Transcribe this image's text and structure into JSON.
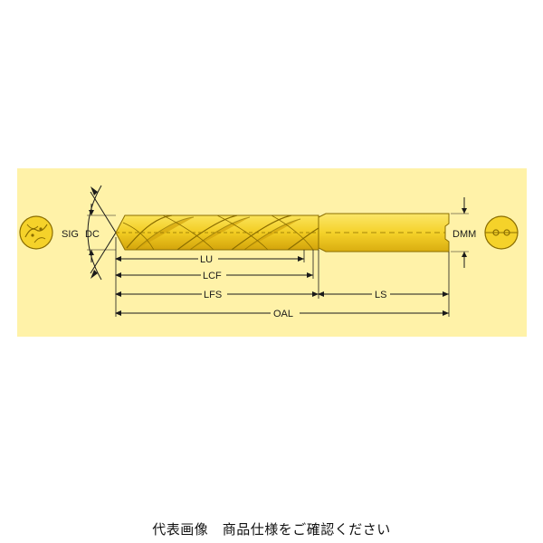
{
  "diagram": {
    "labels": {
      "sig": "SIG",
      "dc": "DC",
      "dmm": "DMM",
      "lu": "LU",
      "lcf": "LCF",
      "lfs": "LFS",
      "ls": "LS",
      "oal": "OAL"
    },
    "colors": {
      "background": "#fff2a8",
      "tool_body": "#f5d22a",
      "tool_outline": "#8a6d00",
      "flute_dark": "#c79a08",
      "dimension_line": "#1a1a1a"
    }
  },
  "caption": "代表画像　商品仕様をご確認ください"
}
